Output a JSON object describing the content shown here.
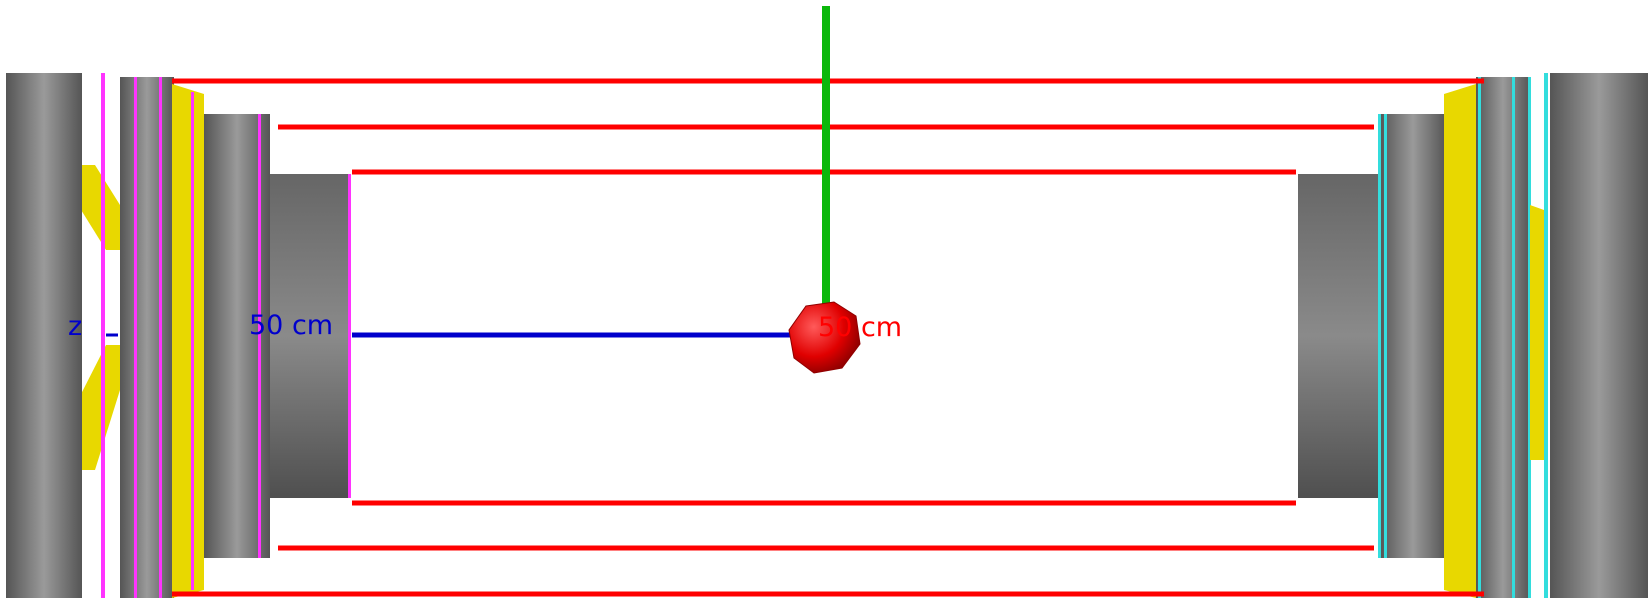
{
  "colors": {
    "background": "#ffffff",
    "red_axis": "#ff0000",
    "green_axis": "#0bb80b",
    "blue_axis": "#0000cc",
    "magenta_ring": "#ff33ff",
    "cyan_ring": "#33dddd",
    "yellow_flange": "#f2e600",
    "gray_cylinder": "#7a7a7a"
  },
  "labels": {
    "z_axis": "z",
    "blue_axis_length": "50 cm",
    "red_axis_length": "50 cm"
  },
  "icons": {
    "origin": "red-sphere-marker"
  }
}
